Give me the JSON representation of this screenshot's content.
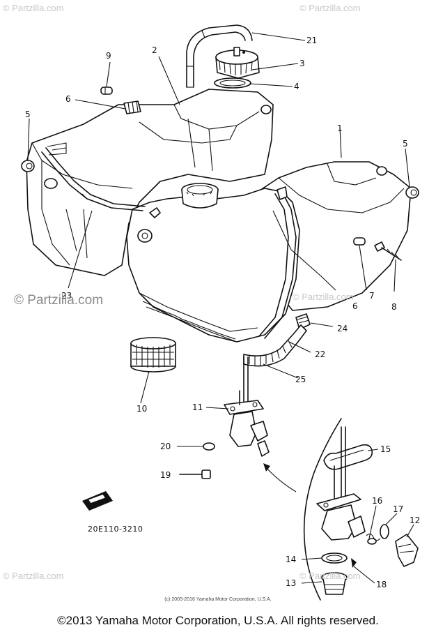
{
  "watermarks": {
    "top_left": "© Partzilla.com",
    "top_right": "© Partzilla.com",
    "middle_left": "© Partzilla.com",
    "middle_right": "© Partzilla.com",
    "bottom_left": "© Partzilla.com",
    "bottom_right": "© Partzilla.com"
  },
  "diagram_code": "20E110-3210",
  "callouts": [
    "1",
    "2",
    "3",
    "4",
    "5",
    "5",
    "6",
    "6",
    "7",
    "8",
    "9",
    "10",
    "11",
    "12",
    "13",
    "14",
    "15",
    "16",
    "17",
    "18",
    "19",
    "20",
    "21",
    "22",
    "23",
    "24",
    "25"
  ],
  "copyright_small": "(c) 2005-2016 Yamaha Motor Corporation, U.S.A.",
  "copyright": "©2013 Yamaha Motor Corporation, U.S.A. All rights reserved."
}
